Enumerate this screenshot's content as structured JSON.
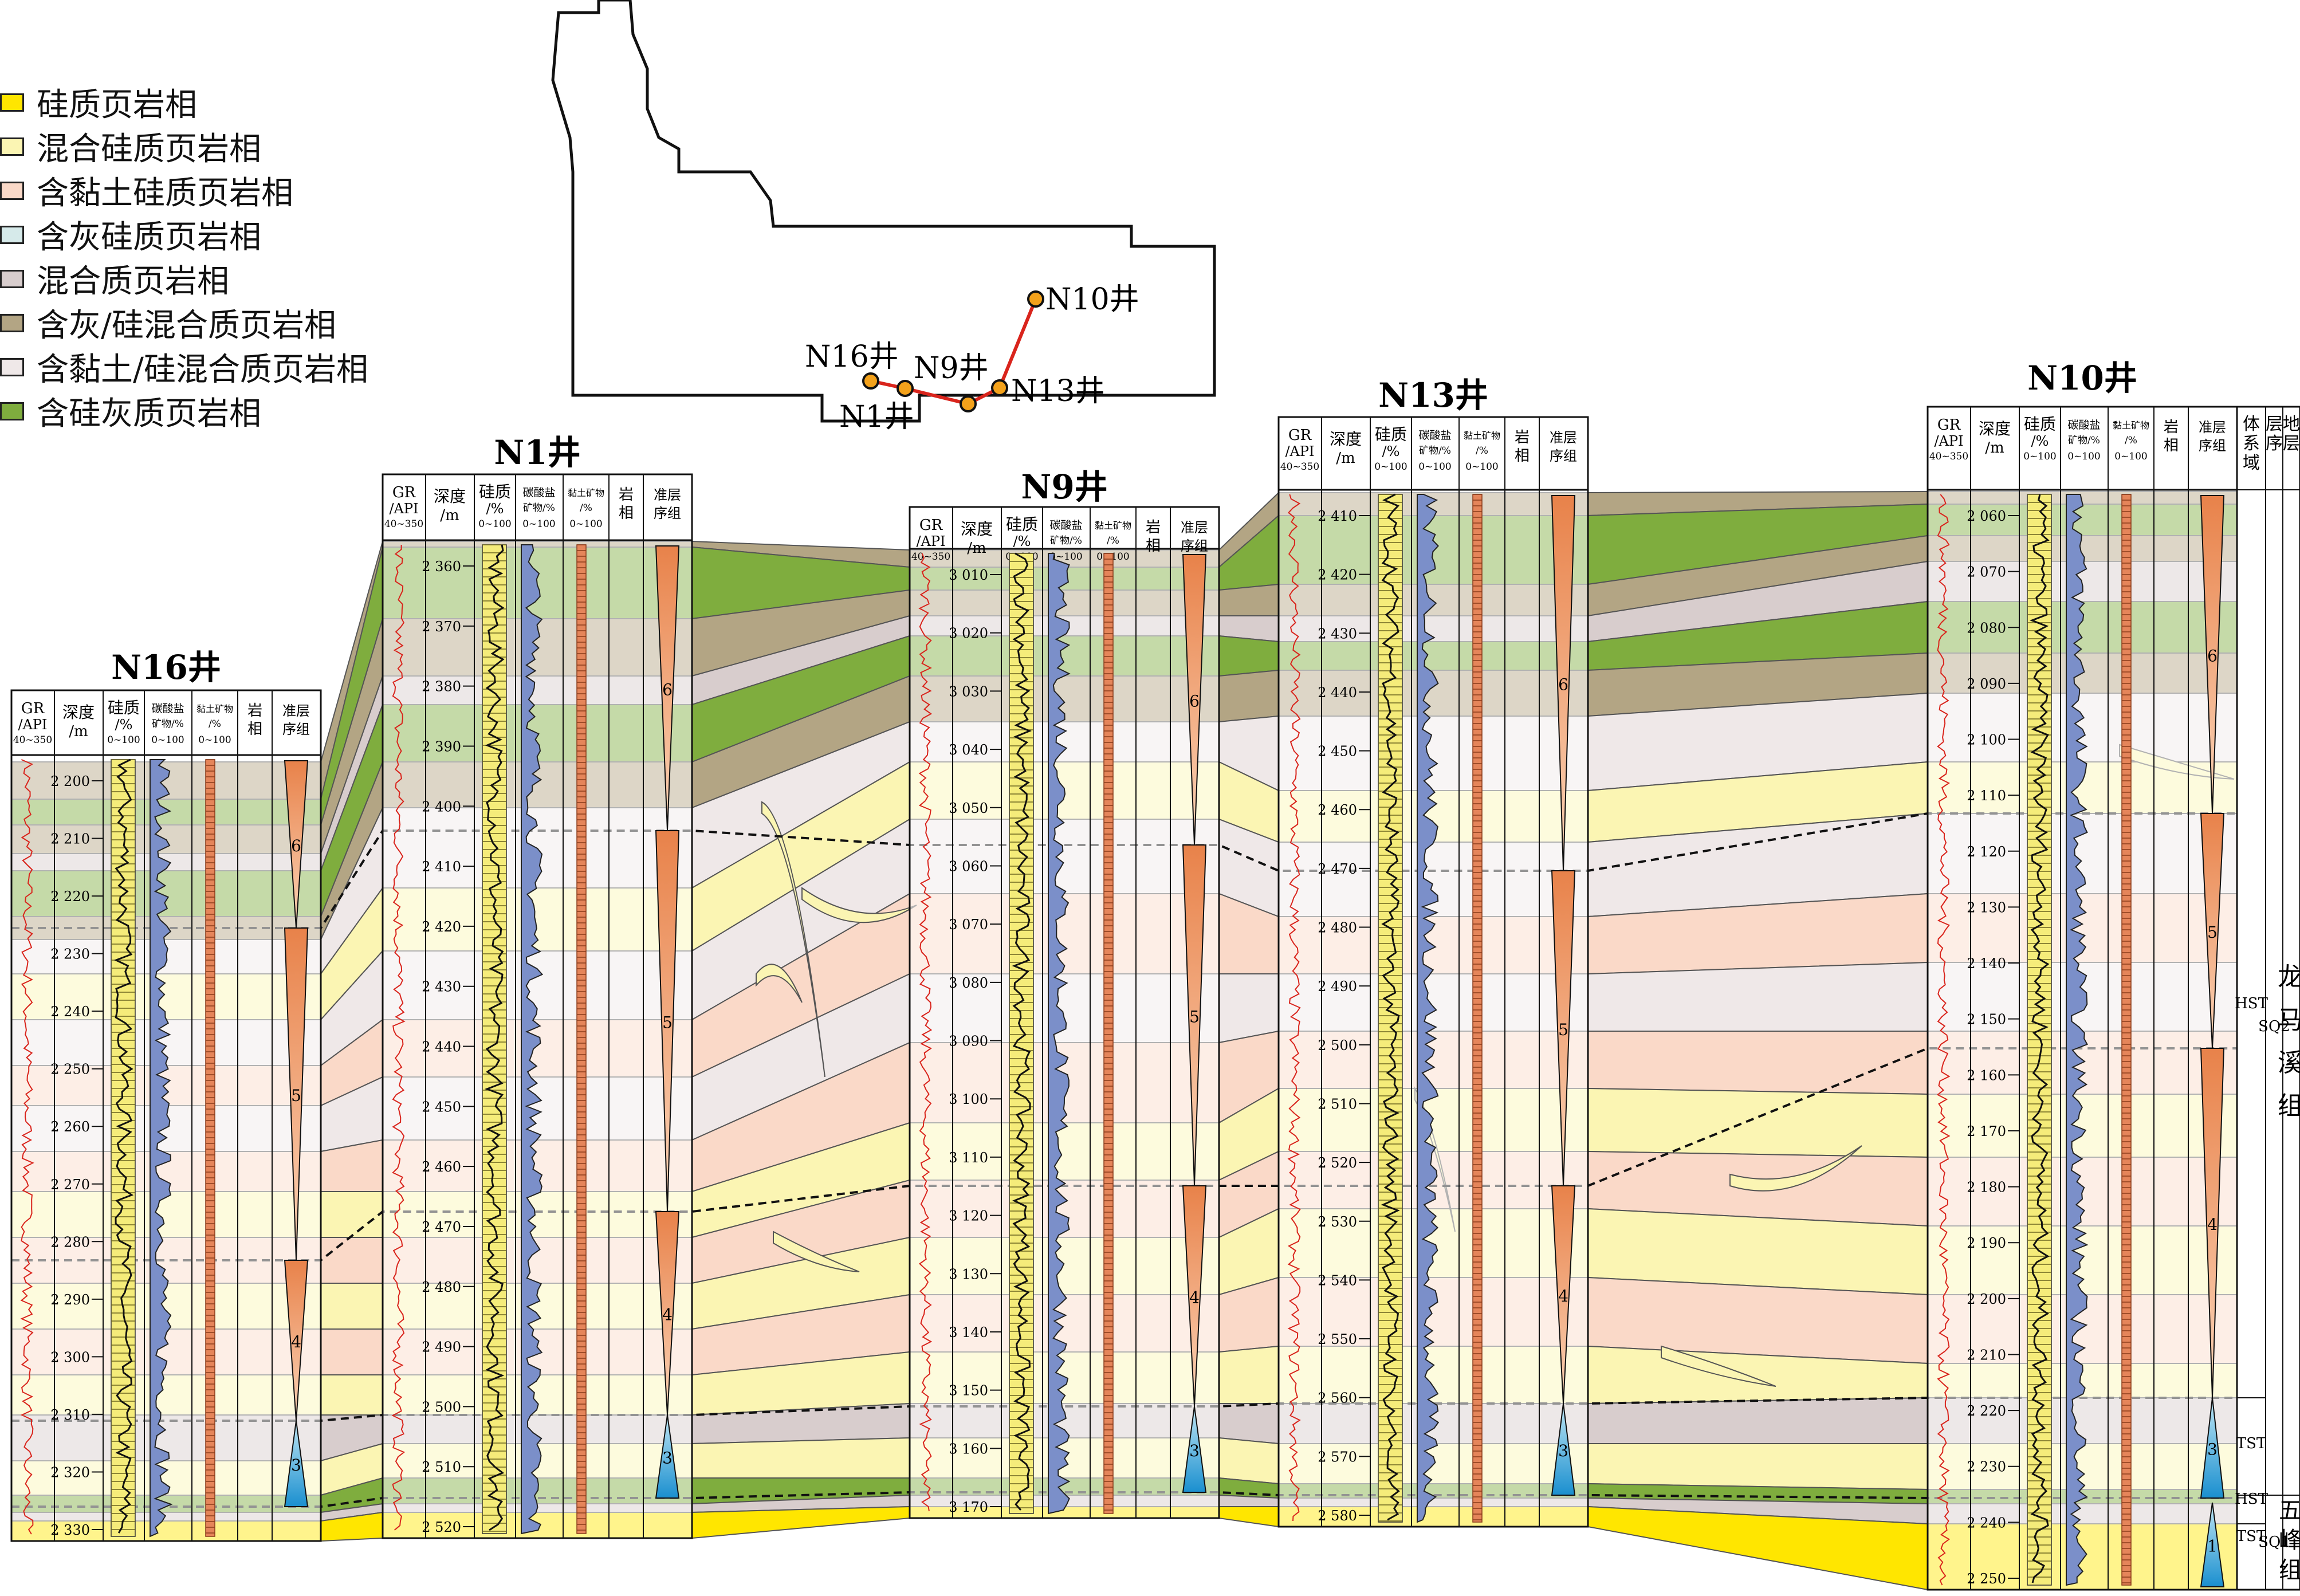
{
  "legend": [
    {
      "label": "硅质页岩相",
      "color": "#ffe600"
    },
    {
      "label": "混合硅质页岩相",
      "color": "#fbf5b3"
    },
    {
      "label": "含黏土硅质页岩相",
      "color": "#fad9c8"
    },
    {
      "label": "含灰硅质页岩相",
      "color": "#d6eaea"
    },
    {
      "label": "混合质页岩相",
      "color": "#d8cdcd"
    },
    {
      "label": "含灰/硅混合质页岩相",
      "color": "#b3a584"
    },
    {
      "label": "含黏土/硅混合质页岩相",
      "color": "#efe8e8"
    },
    {
      "label": "含硅灰质页岩相",
      "color": "#7fad3e"
    }
  ],
  "map": {
    "wells": [
      {
        "name": "N16井"
      },
      {
        "name": "N9井"
      },
      {
        "name": "N1井"
      },
      {
        "name": "N13井"
      },
      {
        "name": "N10井"
      }
    ],
    "line_color": "#d9241c"
  },
  "column_headers": {
    "gr": "GR",
    "gr_unit": "/API",
    "gr_range": "40~350",
    "depth": "深度",
    "depth_unit": "/m",
    "silica": "硅质",
    "silica_unit": "/%",
    "silica_range": "0~100",
    "carbonate": "碳酸盐",
    "carbonate_unit": "矿物/%",
    "carbonate_range": "0~100",
    "clay": "黏土矿物",
    "clay_unit": "/%",
    "clay_range": "0~100",
    "facies": "岩相",
    "parasequence": "准层序组"
  },
  "wells": [
    {
      "name": "N16井",
      "depths": [
        "2 200",
        "2 210",
        "2 220",
        "2 230",
        "2 240",
        "2 250",
        "2 260",
        "2 270",
        "2 280",
        "2 290",
        "2 300",
        "2 310",
        "2 320",
        "2 330"
      ],
      "psets": [
        "6",
        "5",
        "4",
        "3"
      ]
    },
    {
      "name": "N1井",
      "depths": [
        "2 360",
        "2 370",
        "2 380",
        "2 390",
        "2 400",
        "2 410",
        "2 420",
        "2 430",
        "2 440",
        "2 450",
        "2 460",
        "2 470",
        "2 480",
        "2 490",
        "2 500",
        "2 510",
        "2 520"
      ],
      "psets": [
        "6",
        "5",
        "4",
        "3"
      ]
    },
    {
      "name": "N9井",
      "depths": [
        "3 010",
        "3 020",
        "3 030",
        "3 040",
        "3 050",
        "3 060",
        "3 070",
        "3 080",
        "3 090",
        "3 100",
        "3 110",
        "3 120",
        "3 130",
        "3 140",
        "3 150",
        "3 160",
        "3 170"
      ],
      "psets": [
        "6",
        "5",
        "4",
        "3"
      ]
    },
    {
      "name": "N13井",
      "depths": [
        "2 410",
        "2 420",
        "2 430",
        "2 440",
        "2 450",
        "2 460",
        "2 470",
        "2 480",
        "2 490",
        "2 500",
        "2 510",
        "2 520",
        "2 530",
        "2 540",
        "2 550",
        "2 560",
        "2 570",
        "2 580"
      ],
      "psets": [
        "6",
        "5",
        "4",
        "3"
      ]
    },
    {
      "name": "N10井",
      "depths": [
        "2 060",
        "2 070",
        "2 080",
        "2 090",
        "2 100",
        "2 110",
        "2 120",
        "2 130",
        "2 140",
        "2 150",
        "2 160",
        "2 170",
        "2 180",
        "2 190",
        "2 200",
        "2 210",
        "2 220",
        "2 230",
        "2 240",
        "2 250"
      ],
      "psets": [
        "6",
        "5",
        "4",
        "3",
        "1"
      ]
    }
  ],
  "stratigraphy": {
    "headers": [
      "体系域",
      "层序",
      "地层"
    ],
    "systems_tracts": [
      "HST",
      "TST",
      "HST",
      "TST"
    ],
    "sequences": [
      "SQ2",
      "SQ1"
    ],
    "formations": [
      "龙马溪组",
      "五峰组"
    ]
  }
}
